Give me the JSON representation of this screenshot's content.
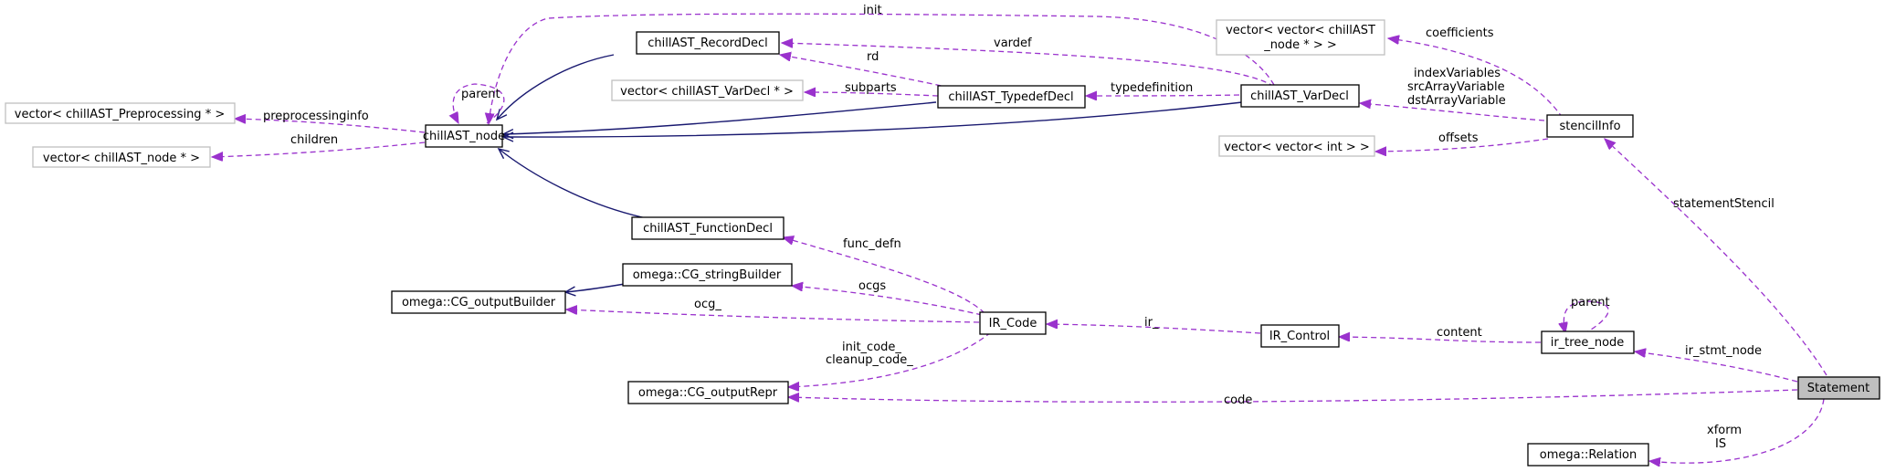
{
  "diagram": {
    "nodes": {
      "vec_preprocessing": "vector< chillAST_Preprocessing * >",
      "vec_node": "vector< chillAST_node * >",
      "chillast_node": "chillAST_node",
      "record_decl": "chillAST_RecordDecl",
      "vec_vardecl": "vector< chillAST_VarDecl * >",
      "typedef_decl": "chillAST_TypedefDecl",
      "var_decl": "chillAST_VarDecl",
      "vec_vec_node_l1": "vector< vector< chillAST",
      "vec_vec_node_l2": "_node * > >",
      "vec_vec_int": "vector< vector< int > >",
      "stencil_info": "stencilInfo",
      "function_decl": "chillAST_FunctionDecl",
      "cg_string_builder": "omega::CG_stringBuilder",
      "cg_output_builder": "omega::CG_outputBuilder",
      "ir_code": "IR_Code",
      "ir_control": "IR_Control",
      "ir_tree_node": "ir_tree_node",
      "cg_output_repr": "omega::CG_outputRepr",
      "statement": "Statement",
      "relation": "omega::Relation"
    },
    "edge_labels": {
      "parent_node": "parent",
      "preprocessinginfo": "preprocessinginfo",
      "children": "children",
      "init": "init",
      "vardef": "vardef",
      "rd": "rd",
      "subparts": "subparts",
      "typedefinition": "typedefinition",
      "coefficients": "coefficients",
      "index_vars_1": "indexVariables",
      "index_vars_2": "srcArrayVariable",
      "index_vars_3": "dstArrayVariable",
      "offsets": "offsets",
      "statement_stencil": "statementStencil",
      "func_defn": "func_defn",
      "ocgs": "ocgs",
      "ocg": "ocg_",
      "ir": "ir_",
      "content": "content",
      "parent_tree": "parent",
      "ir_stmt_node": "ir_stmt_node",
      "init_code": "init_code_",
      "cleanup_code": "cleanup_code_",
      "code": "code",
      "xform": "xform",
      "is": "IS"
    },
    "colors": {
      "inheritance_edge": "#191970",
      "usage_edge": "#9a32cd",
      "focus_fill": "#bfbfbf",
      "external_border": "#bfbfbf"
    }
  }
}
